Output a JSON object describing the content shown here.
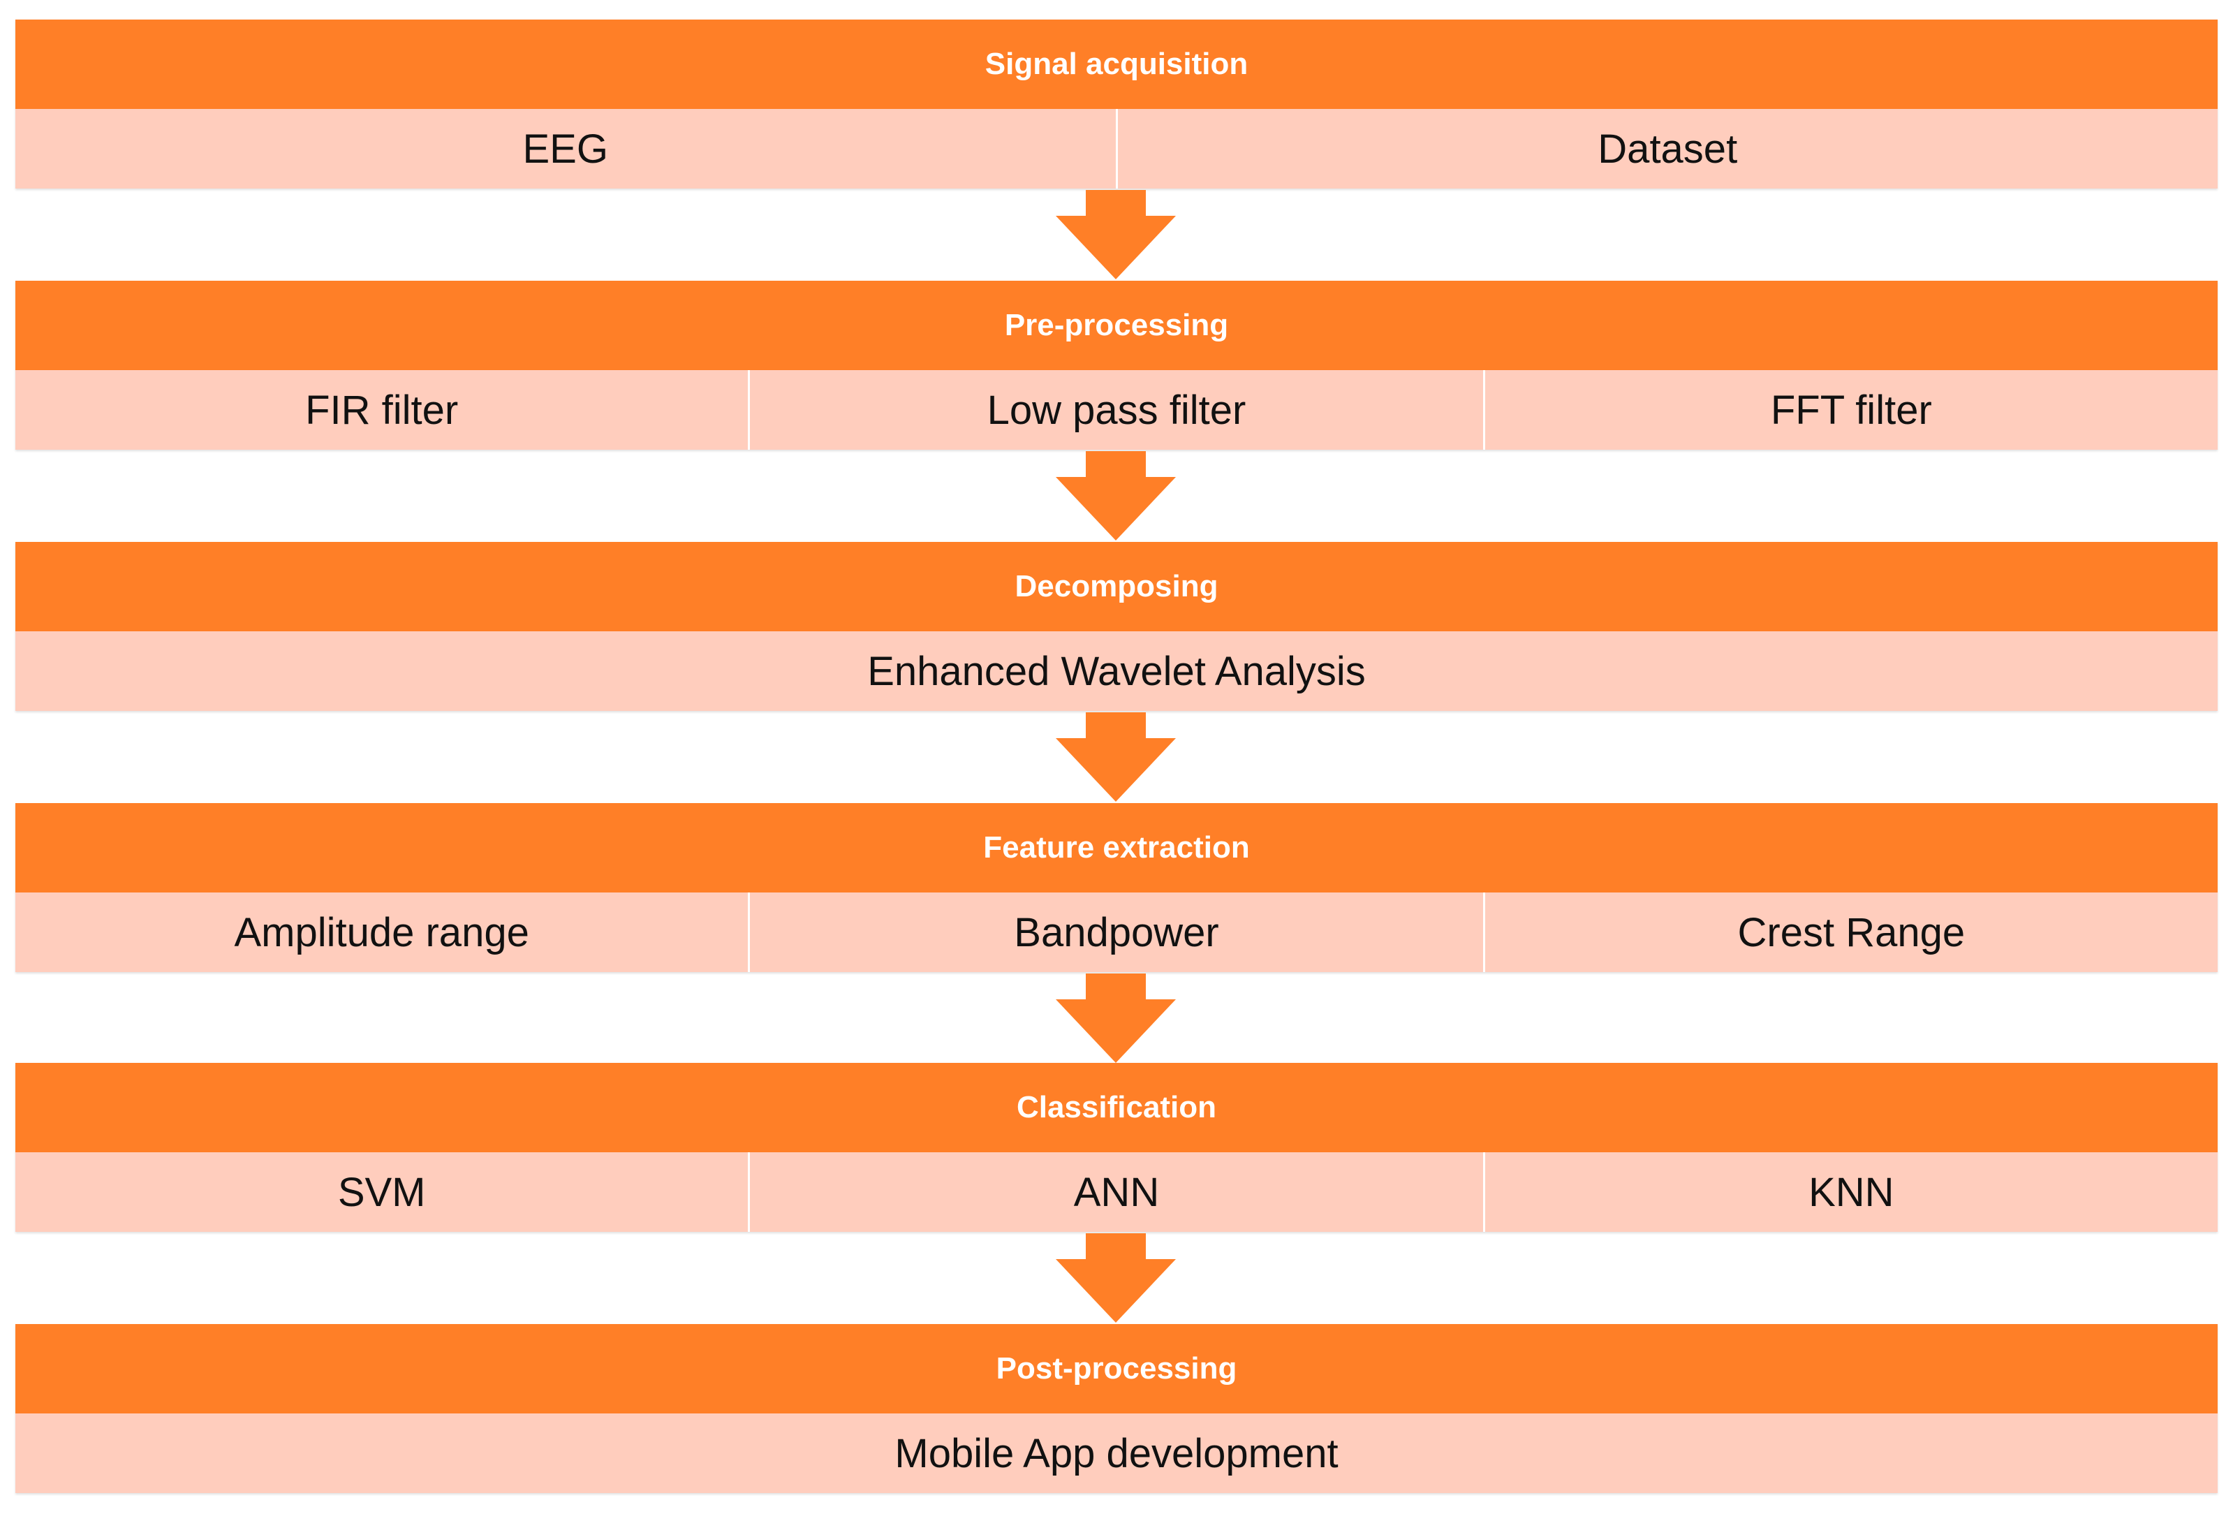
{
  "colors": {
    "header_bg": "#FF7F27",
    "header_text": "#FFFFFF",
    "item_bg": "#FFCDBD",
    "item_text": "#111111",
    "arrow": "#FF7F27"
  },
  "stages": [
    {
      "title": "Signal acquisition",
      "items": [
        "EEG",
        "Dataset"
      ]
    },
    {
      "title": "Pre-processing",
      "items": [
        "FIR filter",
        "Low pass filter",
        "FFT filter"
      ]
    },
    {
      "title": "Decomposing",
      "items": [
        "Enhanced Wavelet Analysis"
      ]
    },
    {
      "title": "Feature extraction",
      "items": [
        "Amplitude range",
        "Bandpower",
        "Crest Range"
      ]
    },
    {
      "title": "Classification",
      "items": [
        "SVM",
        "ANN",
        "KNN"
      ]
    },
    {
      "title": "Post-processing",
      "items": [
        "Mobile App development"
      ]
    }
  ],
  "arrow_icon": "down-arrow-icon"
}
